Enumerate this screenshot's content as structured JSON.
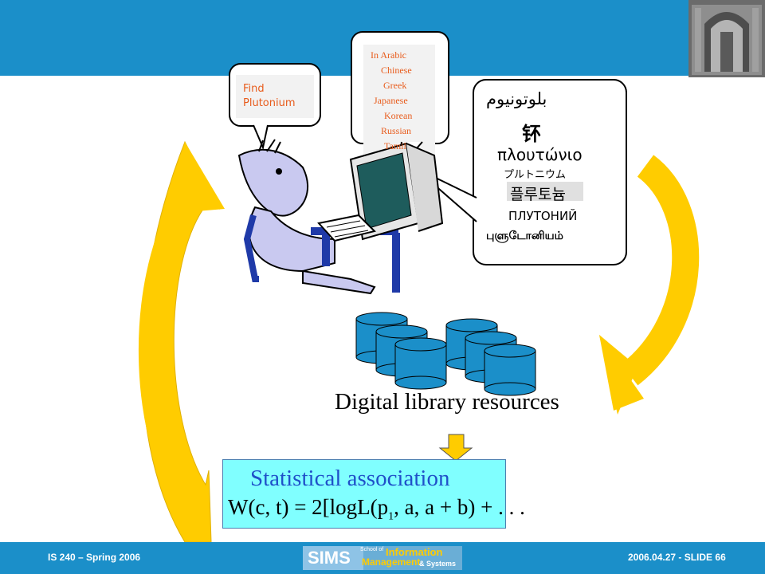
{
  "query_bubble": {
    "line1": "Find",
    "line2": "Plutonium"
  },
  "language_bubble": {
    "intro": "In Arabic",
    "languages": [
      "Chinese",
      "Greek",
      "Japanese",
      "Korean",
      "Russian",
      "Tamil"
    ]
  },
  "translations": {
    "arabic": "بلوتونيوم",
    "chinese": "钚",
    "greek": "πλουτώνιο",
    "japanese": "プルトニウム",
    "korean": "플루토늄",
    "russian": "ПЛУТОНИЙ",
    "tamil": "புளுடோனியம்"
  },
  "caption": "Digital library resources",
  "stat_box": {
    "title": "Statistical association",
    "formula_lhs": "W(c, t) = 2[logL(p",
    "formula_sub": "1",
    "formula_rhs": ", a, a + b) + . . ."
  },
  "footer": {
    "left": "IS 240 – Spring 2006",
    "right": "2006.04.27 - SLIDE 66",
    "logo_main": "SIMS",
    "logo_small1": "School of",
    "logo_big1": "Information",
    "logo_big2": "Management",
    "logo_small2": "& Systems"
  },
  "colors": {
    "header": "#1b8fc9",
    "arrow": "#ffcc00",
    "cylinder": "#1b8fc9",
    "box": "#80ffff",
    "stat_title": "#1f50c9",
    "bubble_text": "#e85c1c"
  }
}
